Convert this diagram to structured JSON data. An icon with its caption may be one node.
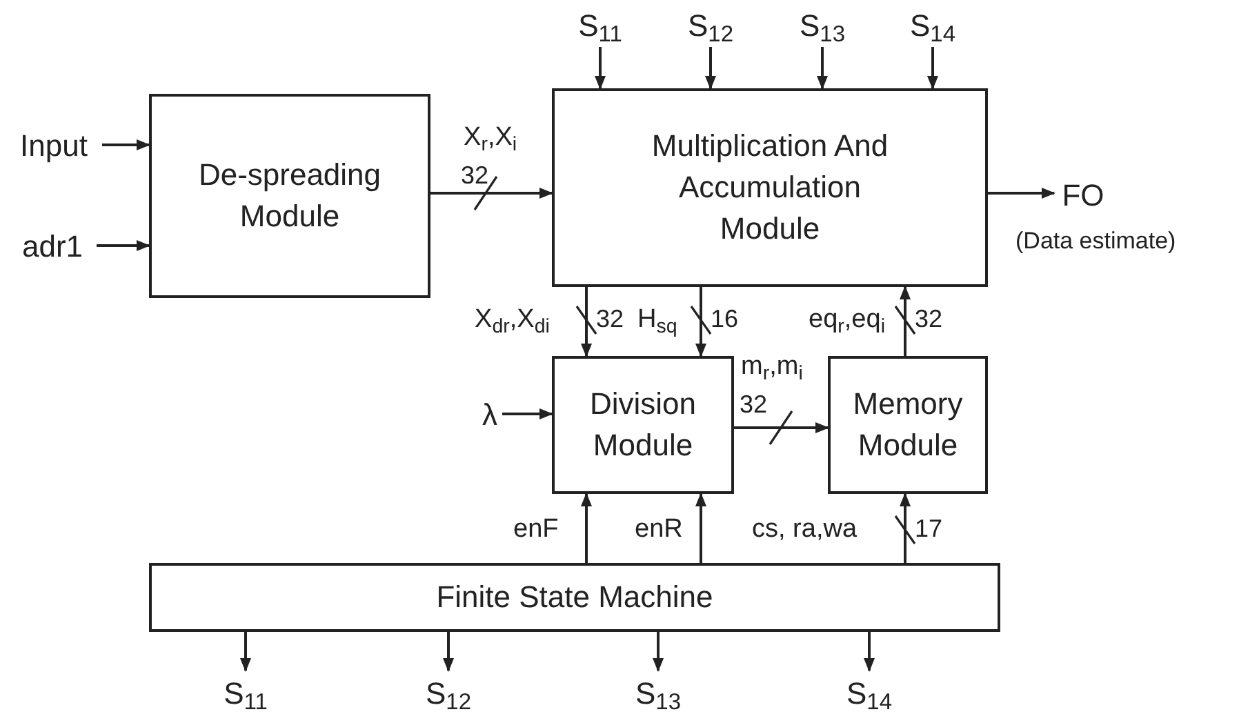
{
  "diagram": {
    "nodes": [
      {
        "text": [
          "De-spreading Module"
        ]
      },
      {
        "text": [
          "Multiplication And Accumulation Module"
        ]
      },
      {
        "text": [
          "Division Module"
        ]
      },
      {
        "text": [
          "Memory Module"
        ]
      },
      {
        "text": [
          "Finite State Machine"
        ]
      },
      {
        "text": [
          "Input"
        ]
      },
      {
        "text": [
          "adr1"
        ]
      },
      {
        "text": [
          "FO"
        ],
        "beside": [
          "(Data estimate)"
        ]
      },
      {
        "text": [
          "λ"
        ]
      },
      {
        "text": [
          "S$_{11}$"
        ]
      },
      {
        "text": [
          "S$_{12}$"
        ]
      },
      {
        "text": [
          "S$_{13}$"
        ]
      },
      {
        "text": [
          "S$_{14}$"
        ]
      },
      {
        "text": [
          "S$_{11}$"
        ]
      },
      {
        "text": [
          "S$_{12}$"
        ]
      },
      {
        "text": [
          "S$_{13}$"
        ]
      },
      {
        "text": [
          "S$_{14}$"
        ]
      }
    ],
    "edges": [
      {
        "from": 5,
        "to": 0,
        "arrow": "to"
      },
      {
        "from": 6,
        "to": 0,
        "arrow": "to"
      },
      {
        "from": 0,
        "to": 1,
        "arrow": "to",
        "label": "X$_{r}$,X$_{i}$"
      },
      {
        "from": 1,
        "to": 7,
        "arrow": "to"
      },
      {
        "from": 9,
        "to": 1,
        "arrow": "to"
      },
      {
        "from": 10,
        "to": 1,
        "arrow": "to"
      },
      {
        "from": 11,
        "to": 1,
        "arrow": "to"
      },
      {
        "from": 12,
        "to": 1,
        "arrow": "to"
      },
      {
        "from": 1,
        "to": 2,
        "arrow": "to",
        "label": "X$_{dr}$,X$_{di}$"
      },
      {
        "from": 1,
        "to": 2,
        "arrow": "to",
        "label": "H$_{sq}$"
      },
      {
        "from": 3,
        "to": 1,
        "arrow": "to",
        "label": "eq$_{r}$,eq$_{i}$"
      },
      {
        "from": 2,
        "to": 3,
        "arrow": "to",
        "label": "m$_{r}$,m$_{i}$"
      },
      {
        "from": 8,
        "to": 2,
        "arrow": "to"
      },
      {
        "from": 4,
        "to": 2,
        "arrow": "to",
        "label": "enF"
      },
      {
        "from": 4,
        "to": 2,
        "arrow": "to",
        "label": "enR"
      },
      {
        "from": 4,
        "to": 3,
        "arrow": "to",
        "label": "cs, ra,wa"
      },
      {
        "from": 4,
        "to": 13,
        "arrow": "to"
      },
      {
        "from": 4,
        "to": 14,
        "arrow": "to"
      },
      {
        "from": 4,
        "to": 15,
        "arrow": "to"
      },
      {
        "from": 4,
        "to": 16,
        "arrow": "to"
      }
    ],
    "labels": [
      "32",
      "32",
      "16",
      "32",
      "32",
      "17"
    ]
  }
}
